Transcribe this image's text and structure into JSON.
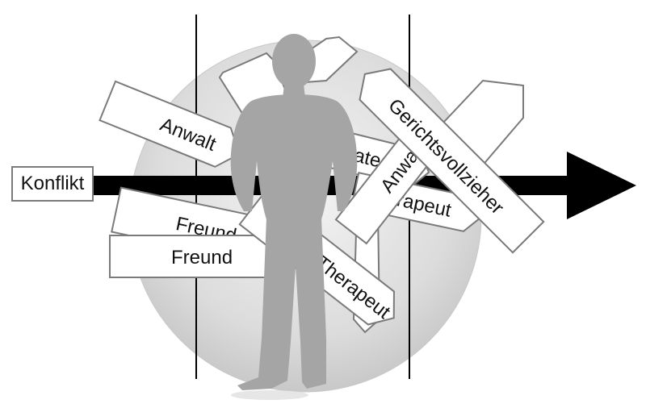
{
  "diagram": {
    "start_label": "Konflikt",
    "signs": [
      {
        "id": "anwalt",
        "label": "Anwalt"
      },
      {
        "id": "berater",
        "label": "Berater"
      },
      {
        "id": "therapeut-small",
        "label": "Therapeut"
      },
      {
        "id": "freund-1",
        "label": "Freund"
      },
      {
        "id": "freund-2",
        "label": "Freund"
      },
      {
        "id": "therapeut",
        "label": "Therapeut"
      },
      {
        "id": "anwalt-2",
        "label": "Anwalt"
      },
      {
        "id": "gerichtsvollzieher",
        "label": "Gerichtsvollzieher"
      }
    ]
  },
  "colors": {
    "arrow": "#000000",
    "figure": "#a5a5a5",
    "circle": "#d9d9d9",
    "sign_border": "#7a7a7a",
    "sign_fill": "#ffffff"
  }
}
